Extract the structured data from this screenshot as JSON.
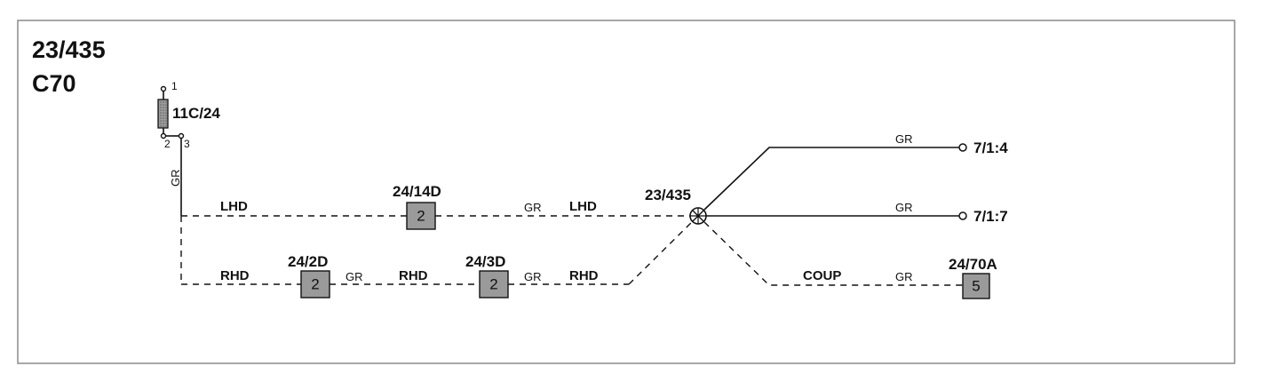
{
  "header": {
    "code": "23/435",
    "model": "C70"
  },
  "fuse": {
    "label": "11C/24",
    "pin_1": "1",
    "pin_2": "2",
    "pin_3": "3"
  },
  "wires": {
    "gr_vertical": "GR",
    "lhd_left": "LHD",
    "lhd_right": "LHD",
    "lhd_gr": "GR",
    "rhd_left": "RHD",
    "rhd_mid": "RHD",
    "rhd_right": "RHD",
    "rhd_gr_1": "GR",
    "rhd_gr_2": "GR",
    "upper_gr": "GR",
    "middle_gr": "GR",
    "coup": "COUP",
    "coup_gr": "GR"
  },
  "connectors": {
    "c24_14d": {
      "label": "24/14D",
      "pin": "2"
    },
    "c24_2d": {
      "label": "24/2D",
      "pin": "2"
    },
    "c24_3d": {
      "label": "24/3D",
      "pin": "2"
    },
    "c24_70a": {
      "label": "24/70A",
      "pin": "5"
    }
  },
  "splice": {
    "label": "23/435"
  },
  "terminals": {
    "t1": "7/1:4",
    "t2": "7/1:7"
  }
}
